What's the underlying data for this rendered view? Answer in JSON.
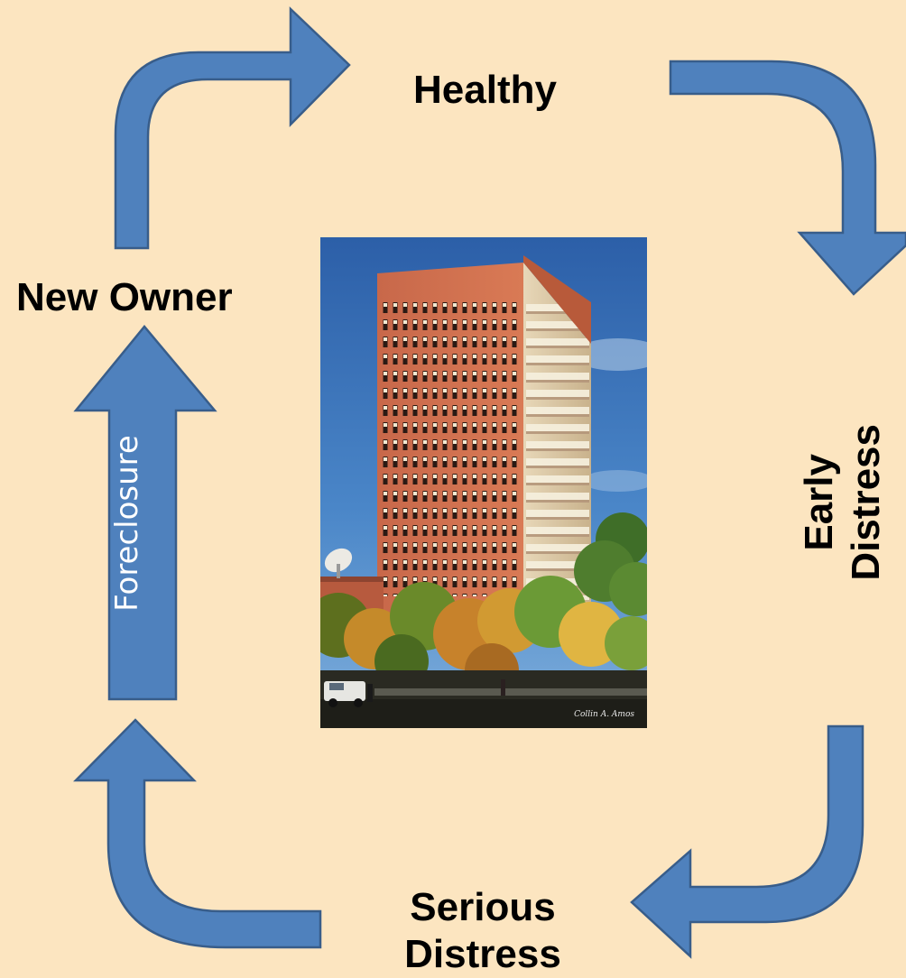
{
  "diagram": {
    "stages": {
      "healthy": "Healthy",
      "early_distress": [
        "Early",
        "Distress"
      ],
      "serious_distress": [
        "Serious",
        "Distress"
      ],
      "new_owner": "New Owner"
    },
    "transition_label": "Foreclosure",
    "photo_credit": "Collin A. Amos"
  },
  "colors": {
    "background": "#fce5c0",
    "arrow_fill": "#4f81bd",
    "arrow_stroke": "#385d8a",
    "label_text": "#000000",
    "transition_text": "#ffffff"
  }
}
